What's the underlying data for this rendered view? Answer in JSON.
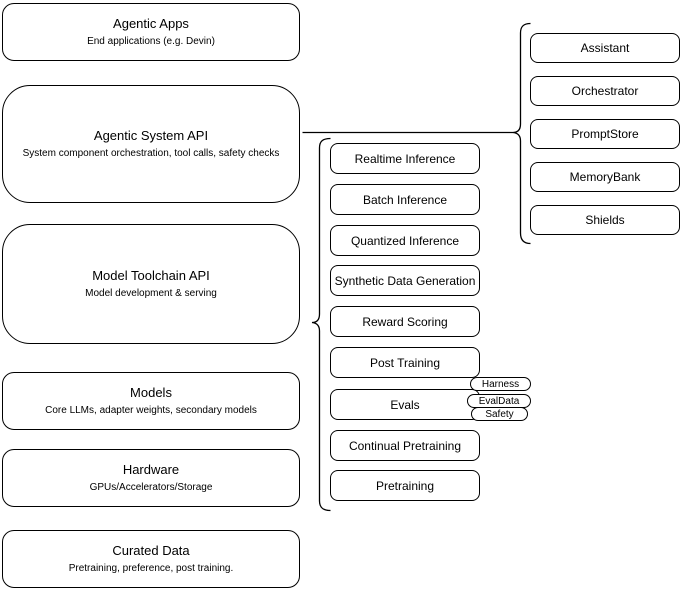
{
  "diagram": {
    "left_stack": [
      {
        "title": "Agentic Apps",
        "subtitle": "End applications (e.g. Devin)"
      },
      {
        "title": "Agentic System API",
        "subtitle": "System component orchestration, tool calls, safety checks"
      },
      {
        "title": "Model Toolchain API",
        "subtitle": "Model development & serving"
      },
      {
        "title": "Models",
        "subtitle": "Core LLMs, adapter weights, secondary models"
      },
      {
        "title": "Hardware",
        "subtitle": "GPUs/Accelerators/Storage"
      },
      {
        "title": "Curated Data",
        "subtitle": "Pretraining, preference, post training."
      }
    ],
    "toolchain_components": [
      "Realtime Inference",
      "Batch Inference",
      "Quantized Inference",
      "Synthetic Data Generation",
      "Reward Scoring",
      "Post Training",
      "Evals",
      "Continual Pretraining",
      "Pretraining"
    ],
    "eval_tags": [
      "Harness",
      "EvalData",
      "Safety"
    ],
    "system_components": [
      "Assistant",
      "Orchestrator",
      "PromptStore",
      "MemoryBank",
      "Shields"
    ],
    "colors": {
      "stroke": "#000000",
      "fill": "#ffffff",
      "text": "#000000"
    }
  }
}
